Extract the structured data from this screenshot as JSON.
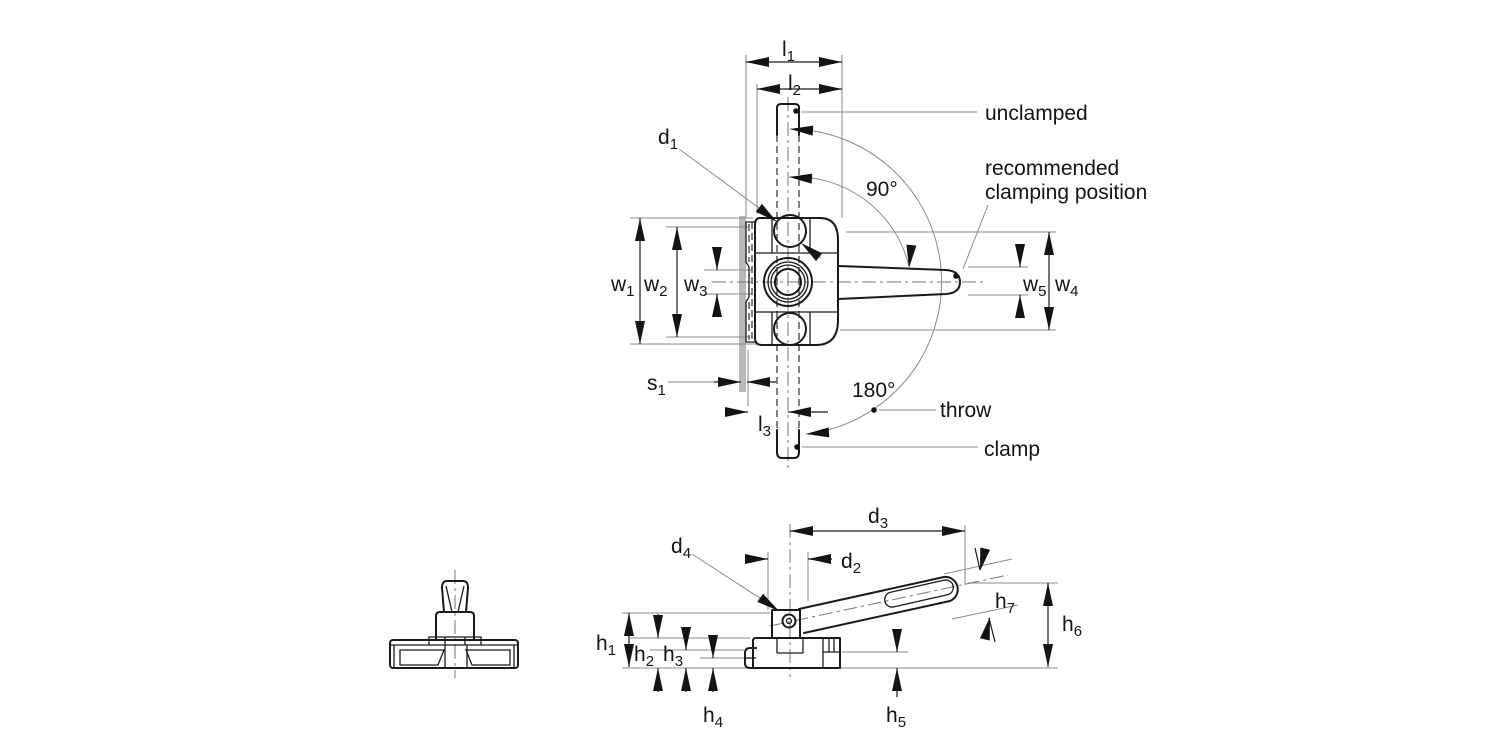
{
  "colors": {
    "line": "#1a1a1a",
    "extension_line": "#8a8a8a",
    "centerline": "#767676",
    "clamping_plane_band": "#b8b8b8",
    "background": "#ffffff"
  },
  "top_view": {
    "annotations": {
      "unclamped": "unclamped",
      "recommended_line1": "recommended",
      "recommended_line2": "clamping position",
      "angle_90": "90°",
      "angle_180": "180°",
      "throw": "throw",
      "clamp": "clamp"
    },
    "dims": {
      "l1": {
        "base": "l",
        "sub": "1"
      },
      "l2": {
        "base": "l",
        "sub": "2"
      },
      "l3": {
        "base": "l",
        "sub": "3"
      },
      "d1": {
        "base": "d",
        "sub": "1"
      },
      "w1": {
        "base": "w",
        "sub": "1"
      },
      "w2": {
        "base": "w",
        "sub": "2"
      },
      "w3": {
        "base": "w",
        "sub": "3"
      },
      "w4": {
        "base": "w",
        "sub": "4"
      },
      "w5": {
        "base": "w",
        "sub": "5"
      },
      "s1": {
        "base": "s",
        "sub": "1"
      }
    }
  },
  "side_view": {
    "dims": {
      "d2": {
        "base": "d",
        "sub": "2"
      },
      "d3": {
        "base": "d",
        "sub": "3"
      },
      "d4": {
        "base": "d",
        "sub": "4"
      },
      "h1": {
        "base": "h",
        "sub": "1"
      },
      "h2": {
        "base": "h",
        "sub": "2"
      },
      "h3": {
        "base": "h",
        "sub": "3"
      },
      "h4": {
        "base": "h",
        "sub": "4"
      },
      "h5": {
        "base": "h",
        "sub": "5"
      },
      "h6": {
        "base": "h",
        "sub": "6"
      },
      "h7": {
        "base": "h",
        "sub": "7"
      }
    }
  }
}
